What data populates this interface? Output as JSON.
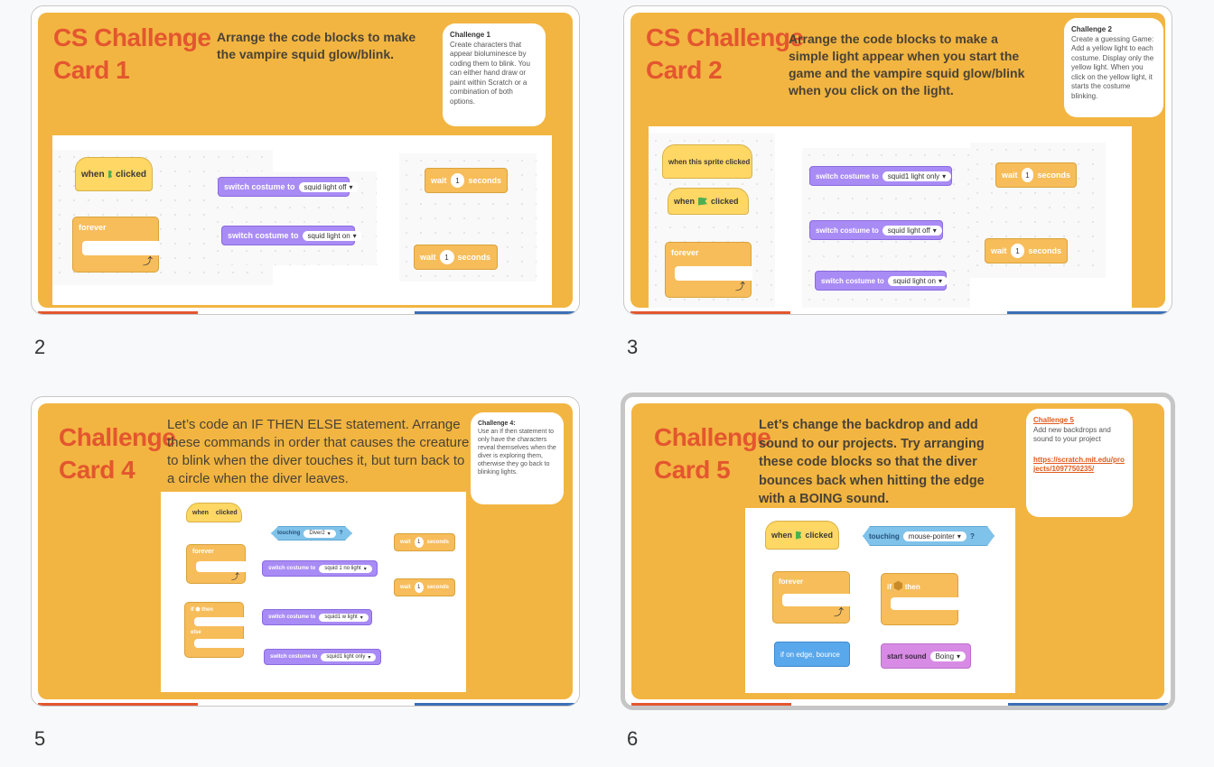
{
  "slides": [
    {
      "title_line1": "CS Challenge",
      "title_line2": "Card 1",
      "instruction": "Arrange the code blocks to make the vampire squid glow/blink.",
      "note_title": "Challenge 1",
      "note_body": "Create characters that appear bioluminesce  by coding them to blink.  You can either hand draw or paint within Scratch or a combination  of both options.",
      "blocks": {
        "when_clicked_pre": "when",
        "when_clicked_post": "clicked",
        "forever": "forever",
        "switch_costume": "switch costume to",
        "costume_off": "squid light off",
        "costume_on": "squid light on",
        "wait": "wait",
        "wait_value": "1",
        "seconds": "seconds"
      }
    },
    {
      "number": "2",
      "title_line1": "CS Challenge",
      "title_line2": "Card 2",
      "instruction": "Arrange the code blocks to make a simple light appear when you start the game and the vampire squid glow/blink when you click on the light.",
      "note_title": "Challenge 2",
      "note_body": "Create a guessing Game: Add a yellow light to each costume.  Display only the yellow light. When you click on the yellow light, it starts the costume blinking.",
      "blocks": {
        "sprite_clicked": "when this sprite clicked",
        "when_clicked_pre": "when",
        "when_clicked_post": "clicked",
        "forever": "forever",
        "switch_costume": "switch costume to",
        "costume_1": "squid1 light only",
        "costume_2": "squid light off",
        "costume_3": "squid light on",
        "wait": "wait",
        "wait_value": "1",
        "seconds": "seconds"
      }
    },
    {
      "number": "3",
      "title_line1": "Challenge",
      "title_line2": "Card 4",
      "instruction": "Let’s code an IF  THEN  ELSE statement. Arrange these commands in order that  causes the creature to blink when the diver touches it, but turn back to a circle when the diver leaves.",
      "note_title": "Challenge 4:",
      "note_body": "Use an If then statement to only have the characters reveal themselves when the diver is exploring them, otherwise they go back to blinking lights.",
      "blocks": {
        "when_clicked_pre": "when",
        "when_clicked_post": "clicked",
        "touching": "touching",
        "touching_target": "Diver2",
        "q": "?",
        "forever": "forever",
        "if": "if",
        "then": "then",
        "else": "else",
        "switch_costume": "switch costume to",
        "costume_1": "squid 1 no light",
        "costume_2": "squid1 w light",
        "costume_3": "squid1 light only",
        "wait": "wait",
        "wait_value": "1",
        "seconds": "seconds"
      }
    },
    {
      "number": "5",
      "title_line1": "Challenge",
      "title_line2": "Card 5",
      "instruction": "Let’s change the backdrop and add sound to our projects. Try arranging these code blocks so that the diver bounces back when hitting the edge with a BOING sound.",
      "note_title": "Challenge 5",
      "note_body": "Add new backdrops and sound to your project",
      "note_link": "https://scratch.mit.edu/projects/1097750235/",
      "blocks": {
        "when_clicked_pre": "when",
        "when_clicked_post": "clicked",
        "touching": "touching",
        "touching_target": "mouse-pointer",
        "q": "?",
        "forever": "forever",
        "if": "if",
        "then": "then",
        "bounce": "if on edge, bounce",
        "start_sound": "start sound",
        "sound_name": "Boing"
      }
    }
  ],
  "slide_number_last": "6",
  "colors": {
    "card_bg": "#f2b541",
    "title": "#e3562f",
    "looks": "#a98bf5",
    "control": "#f7bd5a",
    "events": "#ffd764",
    "sensing": "#7fc2ea"
  }
}
